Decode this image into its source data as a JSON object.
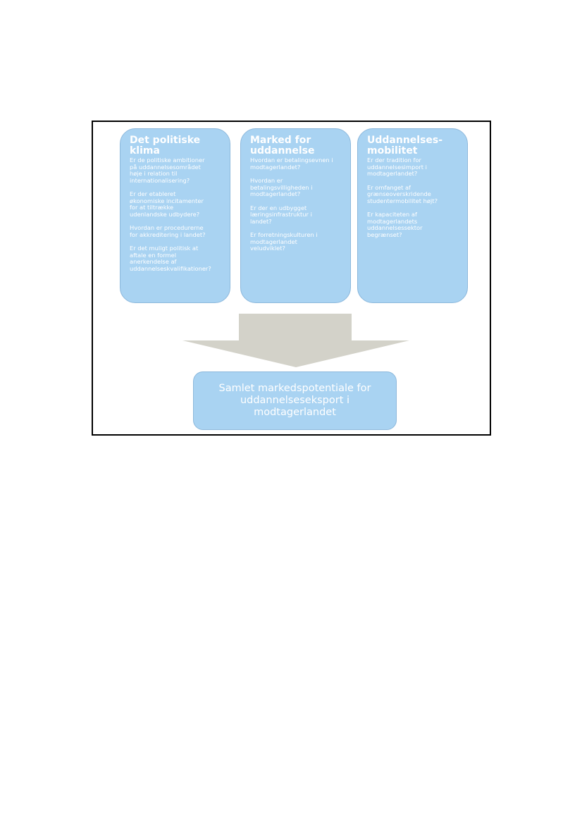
{
  "boxes": [
    {
      "title": "Det politiske\nklima",
      "questions": [
        "Er de politiske ambitioner\npå uddannelsesområdet\nhøje i relation til\ninternationalisering?",
        "Er der etableret\nøkonomiske incitamenter\nfor at tiltrække\nudenlandske udbydere?",
        "Hvordan er procedurerne\nfor akkreditering i landet?",
        "Er det muligt politisk at\naftale en formel\nanerkendelse af\nuddannelseskvalifikationer?"
      ]
    },
    {
      "title": "Marked for\nuddannelse",
      "questions": [
        "Hvordan er betalingsevnen i\nmodtagerlandet?",
        "Hvordan er\nbetalingsvilligheden i\nmodtagerlandet?",
        "Er der en udbygget\nlæringsinfrastruktur i\nlandet?",
        "Er forretningskulturen i\nmodtagerlandet\nveludviklet?"
      ]
    },
    {
      "title": "Uddannelses-\nmobilitet",
      "questions": [
        "Er der tradition for\nuddannelsesimport i\nmodtagerlandet?",
        "Er omfanget af\ngrænseoverskridende\nstudentermobilitet højt?",
        "Er kapaciteten af\nmodtagerlandets\nuddannelsessektor\nbegrænset?"
      ]
    }
  ],
  "result": {
    "text": "Samlet markedspotentiale for\nuddannelseseksport i\nmodtagerlandet"
  },
  "colors": {
    "box_fill": "#a9d3f2",
    "box_border": "#8cb8dc",
    "arrow_fill": "#d3d2c9",
    "text": "#ffffff",
    "frame_border": "#000000"
  }
}
